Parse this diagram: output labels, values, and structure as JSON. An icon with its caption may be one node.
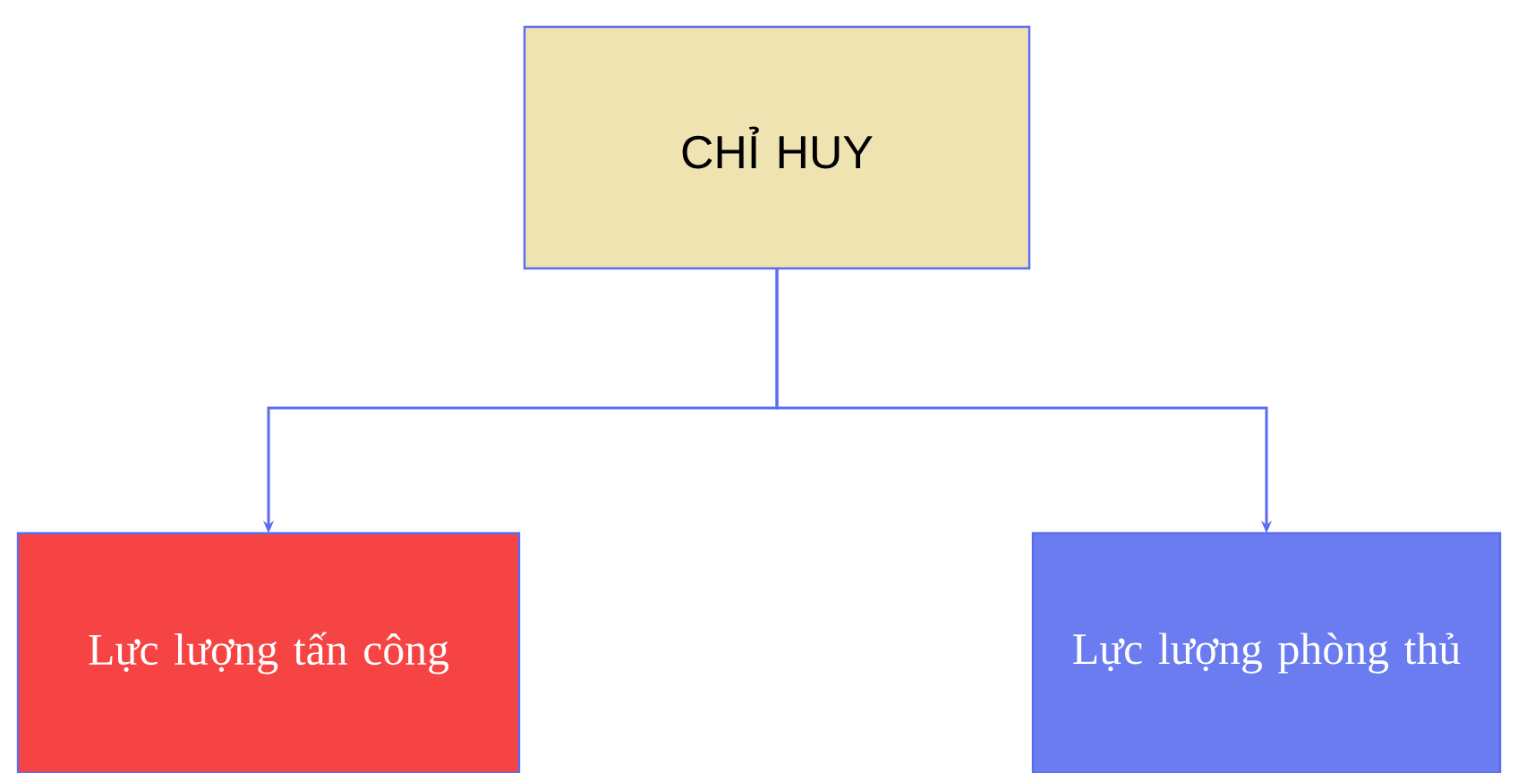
{
  "diagram": {
    "nodes": [
      {
        "text": [
          "CHỈ HUY"
        ]
      },
      {
        "text": [
          "Lực lượng tấn công"
        ]
      },
      {
        "text": [
          "Lực lượng phòng thủ"
        ]
      }
    ],
    "edges": [
      {
        "from": 0,
        "to": 1,
        "arrow": "to"
      },
      {
        "from": 0,
        "to": 2,
        "arrow": "to"
      }
    ]
  }
}
